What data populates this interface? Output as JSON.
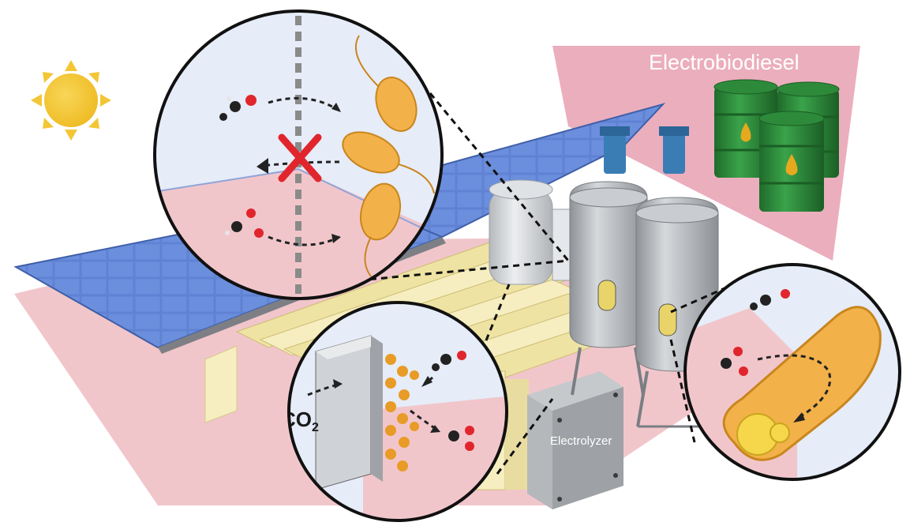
{
  "labels": {
    "product": "Electrobiodiesel",
    "device": "Electrolyzer",
    "gas_main": "CO",
    "gas_sub": "2"
  },
  "colors": {
    "sun": "#f2c12e",
    "panel_blue": "#5d7fd1",
    "pink_background": "#f2c4c9",
    "product_arrow": "#e590a4",
    "barrel_green": "#2e8b3a",
    "bacterium": "#f3b14a",
    "reactor_grey": "#b9bdc1",
    "inhibition_x": "#e0262c",
    "electrolyzer_grey": "#a7aaad",
    "membrane_yellow": "#f6eec0"
  },
  "icons": [
    "sun-icon",
    "solar-panel",
    "oil-barrel-icon",
    "bioreactor-icon",
    "bacterium-icon",
    "molecule-icon",
    "cross-icon"
  ]
}
